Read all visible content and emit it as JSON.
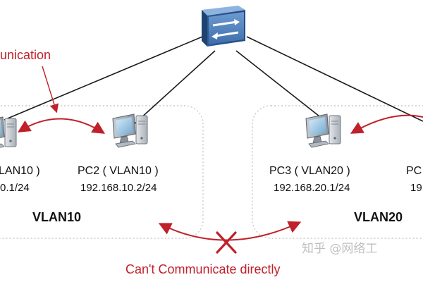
{
  "colors": {
    "link": "#1a1a1a",
    "vlan_border": "#c8c8c8",
    "arrow": "#c0202a",
    "switch_top": "#4a78b8",
    "switch_front": "#2f5c98",
    "pc_body": "#9aa3ad"
  },
  "switch": {
    "icon": "switch-icon"
  },
  "annotations": {
    "communication_partial": "unication",
    "cant_communicate": "Can't Communicate directly"
  },
  "vlans": [
    {
      "label": "VLAN10"
    },
    {
      "label": "VLAN20"
    }
  ],
  "pcs": [
    {
      "name": "LAN10 )",
      "ip": "0.1/24"
    },
    {
      "name": "PC2 ( VLAN10 )",
      "ip": "192.168.10.2/24"
    },
    {
      "name": "PC3 ( VLAN20 )",
      "ip": "192.168.20.1/24"
    },
    {
      "name": "PC",
      "ip": "19"
    }
  ],
  "watermark": "知乎 @网络工"
}
